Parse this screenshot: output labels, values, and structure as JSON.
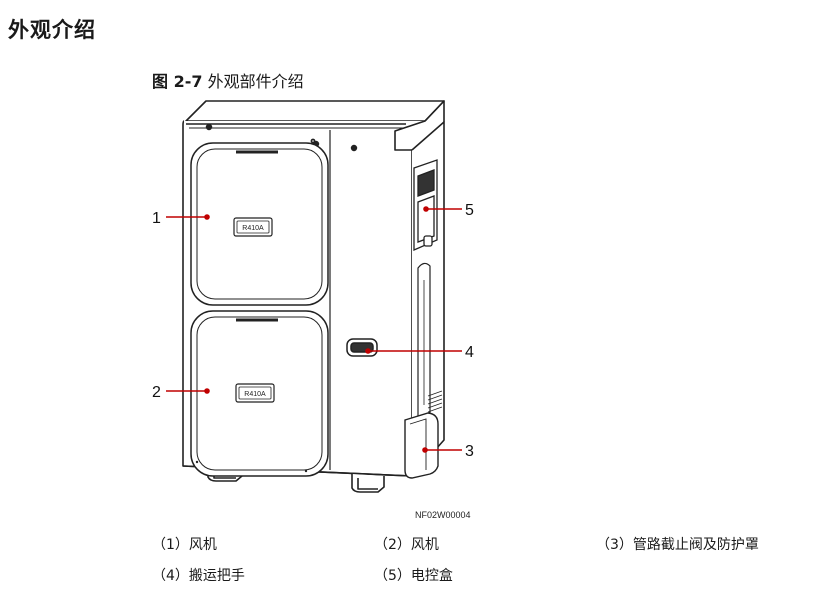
{
  "heading": "外观介绍",
  "figure": {
    "number": "图 2-7",
    "caption": "外观部件介绍",
    "image_code": "NF02W00004",
    "panel_labels": [
      "R410A",
      "R410A"
    ],
    "callouts": [
      "1",
      "2",
      "3",
      "4",
      "5"
    ]
  },
  "legend": [
    {
      "text": "（1）风机"
    },
    {
      "text": "（2）风机"
    },
    {
      "text": "（3）管路截止阀及防护罩"
    },
    {
      "text": "（4）搬运把手"
    },
    {
      "text": "（5）电控盒"
    }
  ]
}
